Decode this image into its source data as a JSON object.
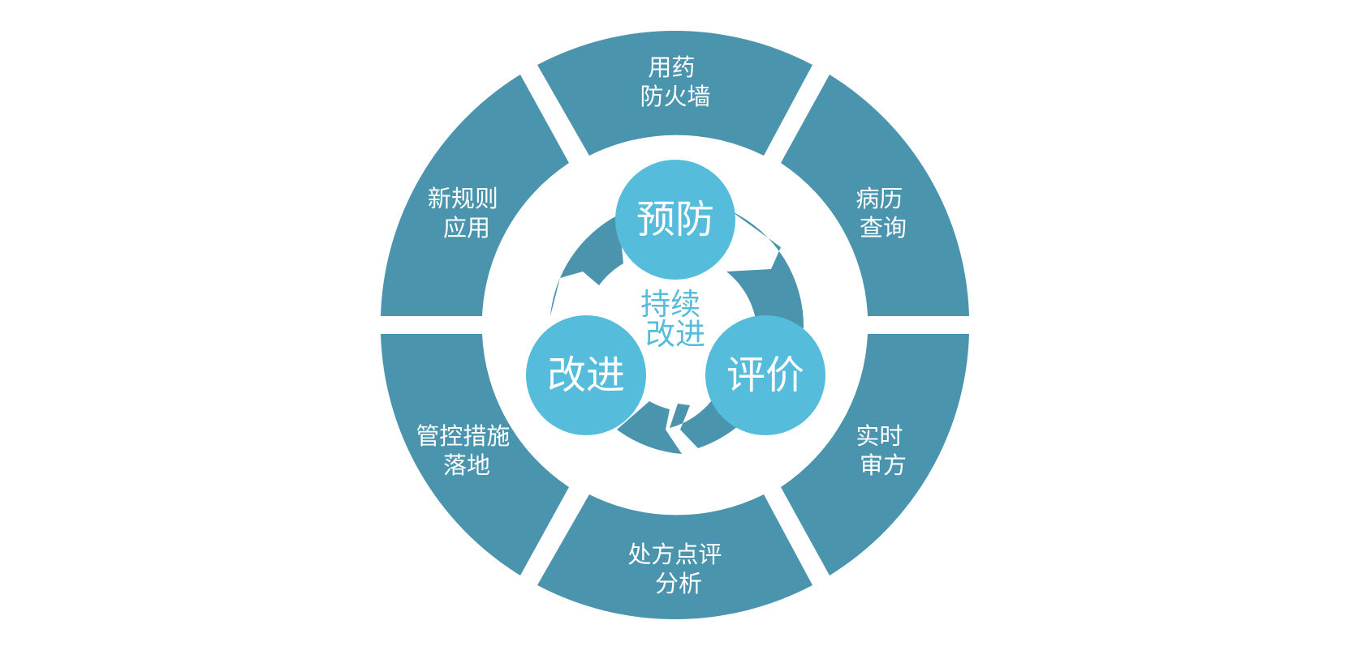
{
  "outer_ring": {
    "segments": [
      {
        "id": "top",
        "lines": [
          "用药",
          "防火墙"
        ]
      },
      {
        "id": "upper-right",
        "lines": [
          "病历",
          "查询"
        ]
      },
      {
        "id": "lower-right",
        "lines": [
          "实时",
          "审方"
        ]
      },
      {
        "id": "bottom",
        "lines": [
          "处方点评",
          "分析"
        ]
      },
      {
        "id": "lower-left",
        "lines": [
          "管控措施",
          "落地"
        ]
      },
      {
        "id": "upper-left",
        "lines": [
          "新规则",
          "应用"
        ]
      }
    ],
    "color": "#4a94ad"
  },
  "cycle": {
    "nodes": [
      {
        "id": "prevent",
        "label": "预防"
      },
      {
        "id": "evaluate",
        "label": "评价"
      },
      {
        "id": "improve",
        "label": "改进"
      }
    ],
    "node_color": "#55bcdb",
    "arrow_color": "#4a94ad"
  },
  "center": {
    "lines": [
      "持续",
      "改进"
    ],
    "color": "#55bcdb"
  }
}
